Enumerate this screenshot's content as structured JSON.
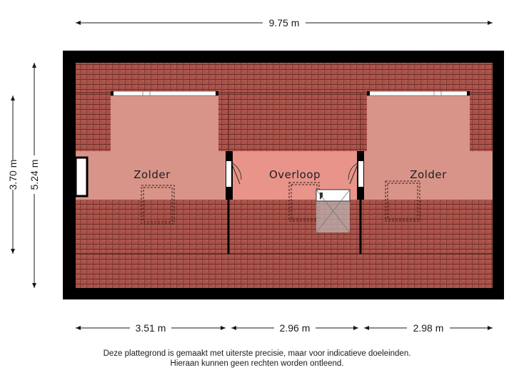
{
  "dimensions": {
    "total_width": "9.75 m",
    "height_inner": "3.70 m",
    "height_outer": "5.24 m",
    "segment_left": "3.51 m",
    "segment_middle": "2.96 m",
    "segment_right": "2.98 m"
  },
  "rooms": {
    "left": "Zolder",
    "middle": "Overloop",
    "right": "Zolder"
  },
  "disclaimer": {
    "line1": "Deze plattegrond is gemaakt met uiterste precisie, maar voor indicatieve doeleinden.",
    "line2": "Hieraan kunnen geen rechten worden ontleend."
  },
  "colors": {
    "wall": "#000000",
    "roof_tile": "#a8524a",
    "room_floor": "#d9948a",
    "landing_floor": "#e8948a",
    "dimension_line": "#1a1a1a"
  }
}
